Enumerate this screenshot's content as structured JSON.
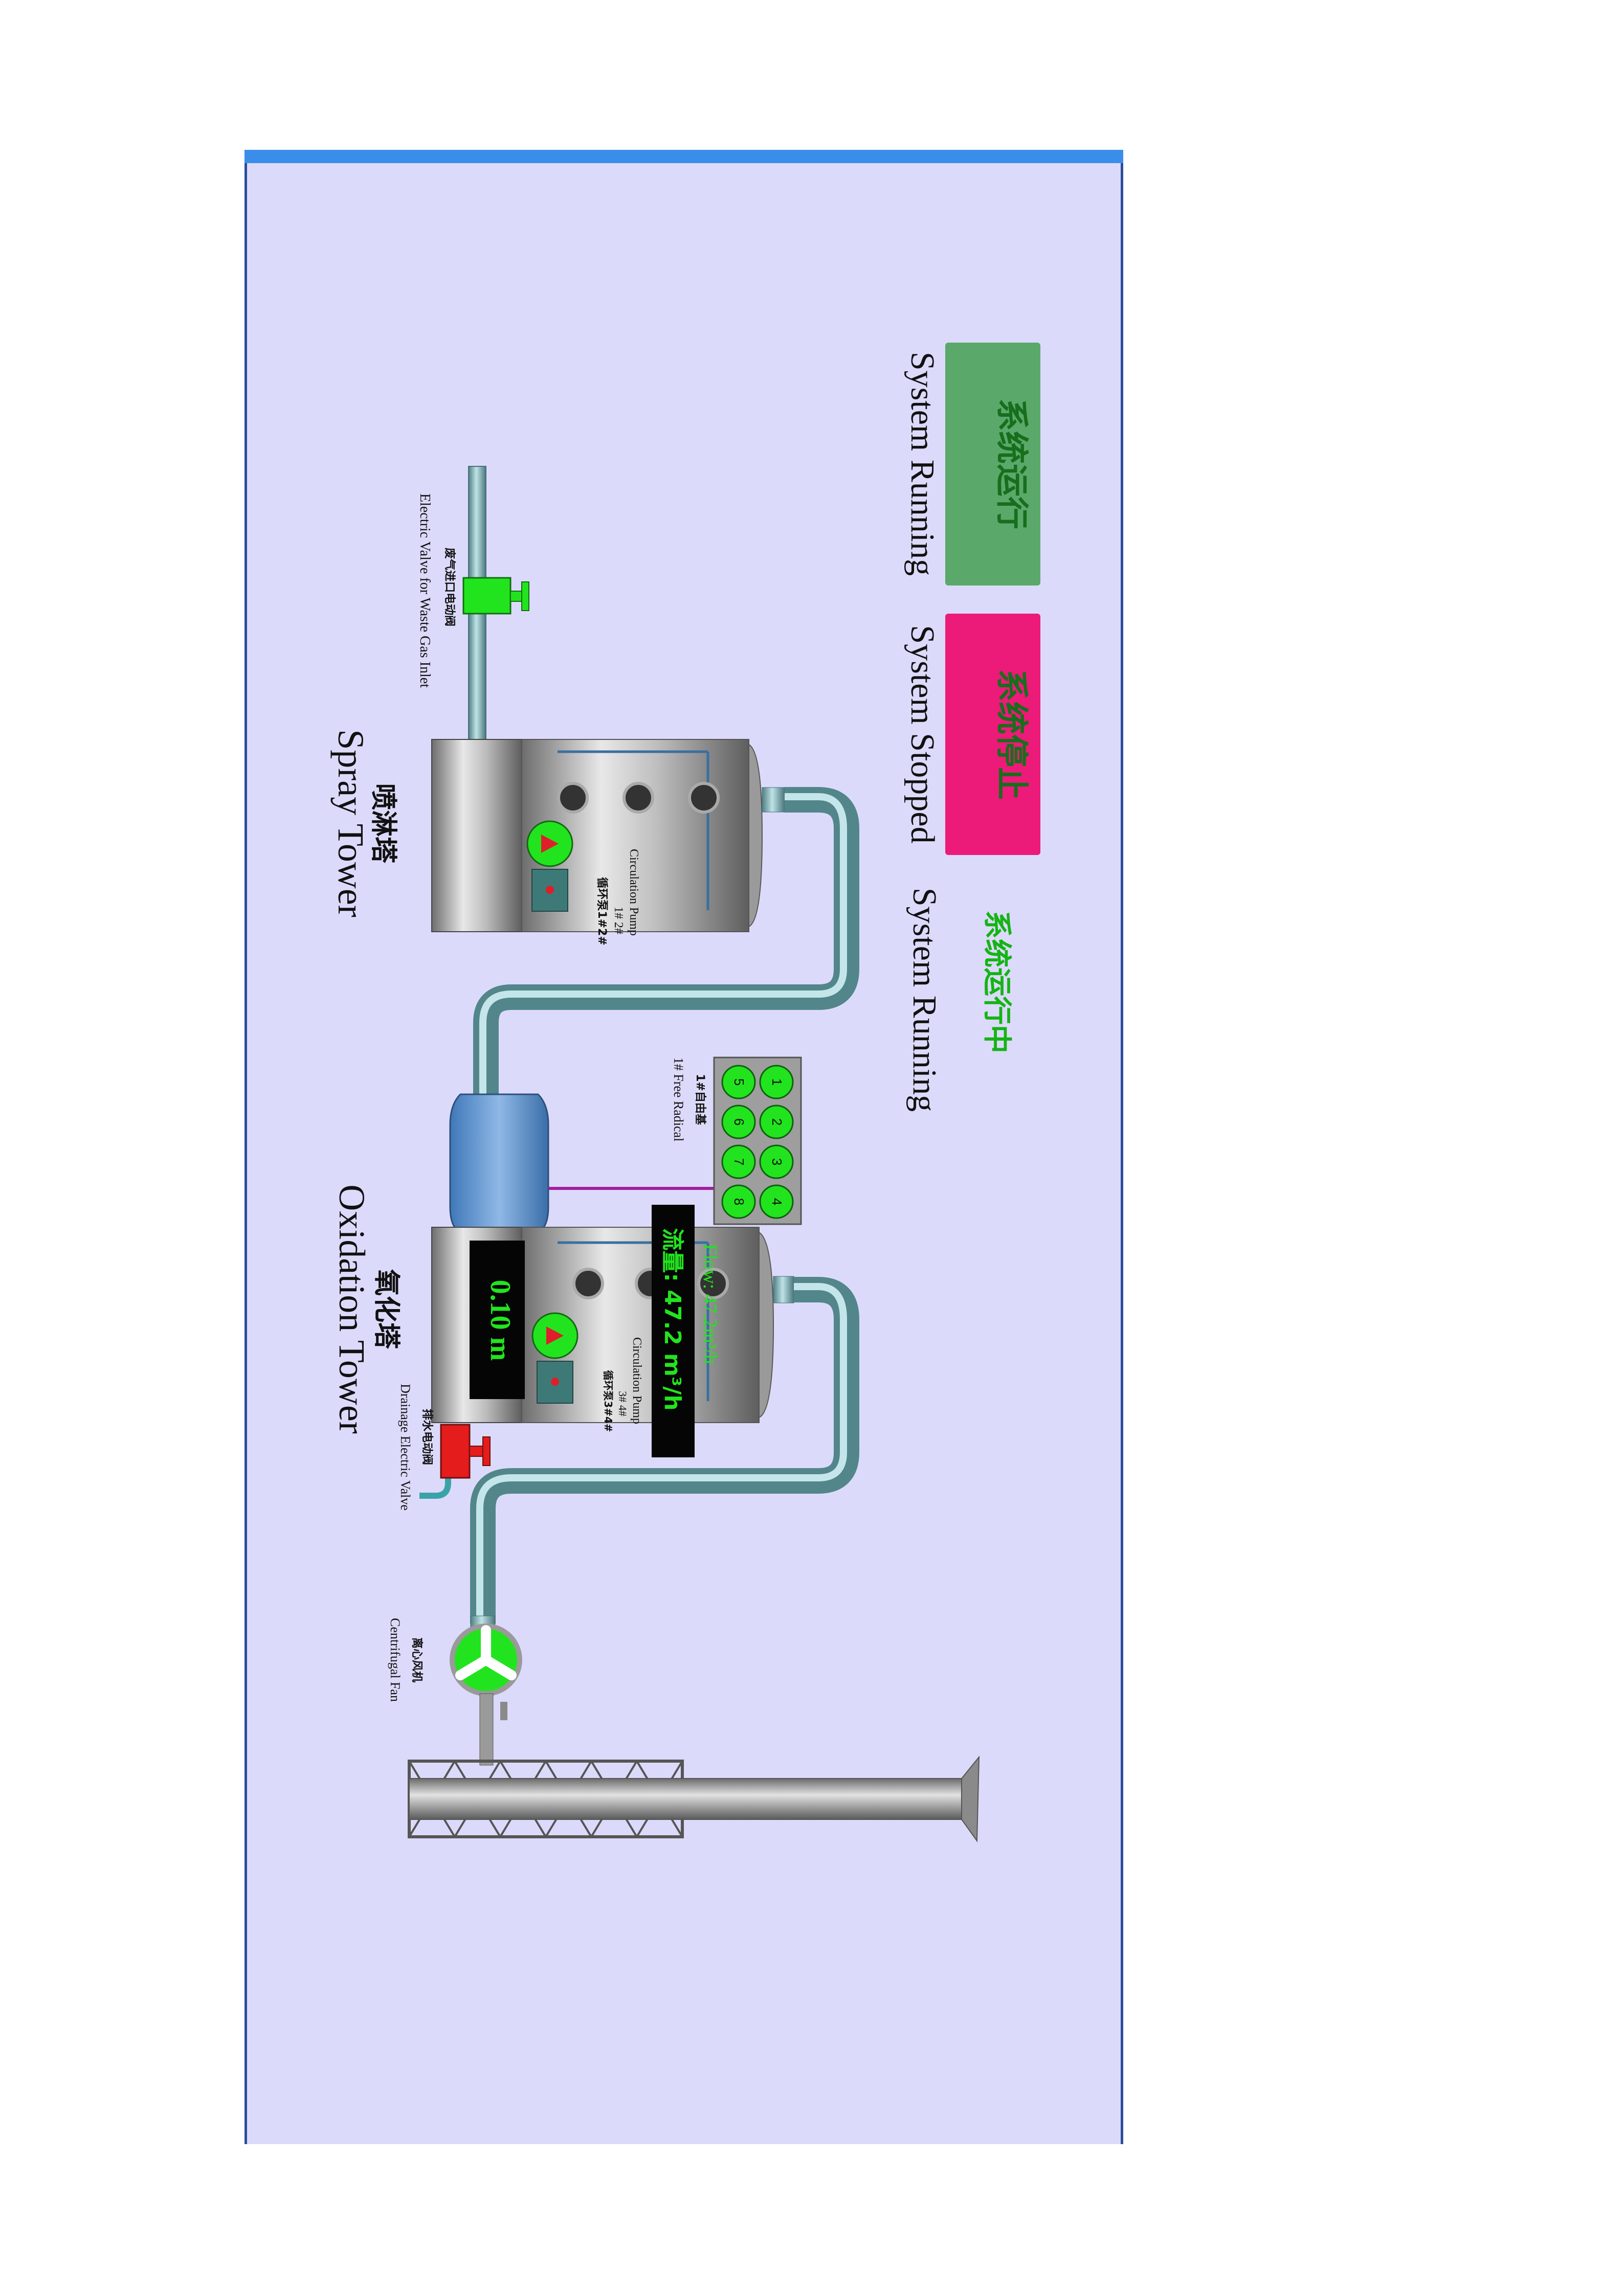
{
  "status": {
    "running_button_cn": "系统运行",
    "running_button_en": "System Running",
    "stopped_button_cn": "系统停止",
    "stopped_button_en": "System Stopped",
    "state_cn": "系统运行中",
    "state_en": "System Running",
    "colors": {
      "running": "#5aa86a",
      "stopped": "#ec1a78",
      "state_text": "#14b414"
    }
  },
  "equipment": {
    "inlet_valve": {
      "label_cn": "废气进口电动阀",
      "label_en": "Electric Valve for Waste Gas Inlet",
      "color": "#22e41e"
    },
    "spray_tower": {
      "label_cn": "喷淋塔",
      "label_en": "Spray Tower"
    },
    "spray_pump": {
      "label_en": "Circulation Pump",
      "label_en_units": "1# 2#",
      "label_cn": "循环泵1#2#"
    },
    "free_radical": {
      "label_cn": "1#自由基",
      "label_en": "1# Free Radical",
      "units": [
        "1",
        "2",
        "3",
        "4",
        "5",
        "6",
        "7",
        "8"
      ],
      "color": "#22e41e"
    },
    "oxidation_tower": {
      "label_cn": "氧化塔",
      "label_en": "Oxidation Tower",
      "level": "0.10 m"
    },
    "flow": {
      "label_en": "Flow: 47.2m³/h",
      "label_cn": "流量: 47.2 m³/h",
      "color": "#22e41e"
    },
    "oxidation_pump": {
      "label_en": "Circulation Pump",
      "label_en_units": "3# 4#",
      "label_cn": "循环泵3#4#"
    },
    "drain_valve": {
      "label_cn": "排水电动阀",
      "label_en": "Drainage Electric Valve",
      "color": "#e41c1c"
    },
    "fan": {
      "label_cn": "离心风机",
      "label_en": "Centrifugal Fan",
      "color": "#22e41e"
    }
  }
}
